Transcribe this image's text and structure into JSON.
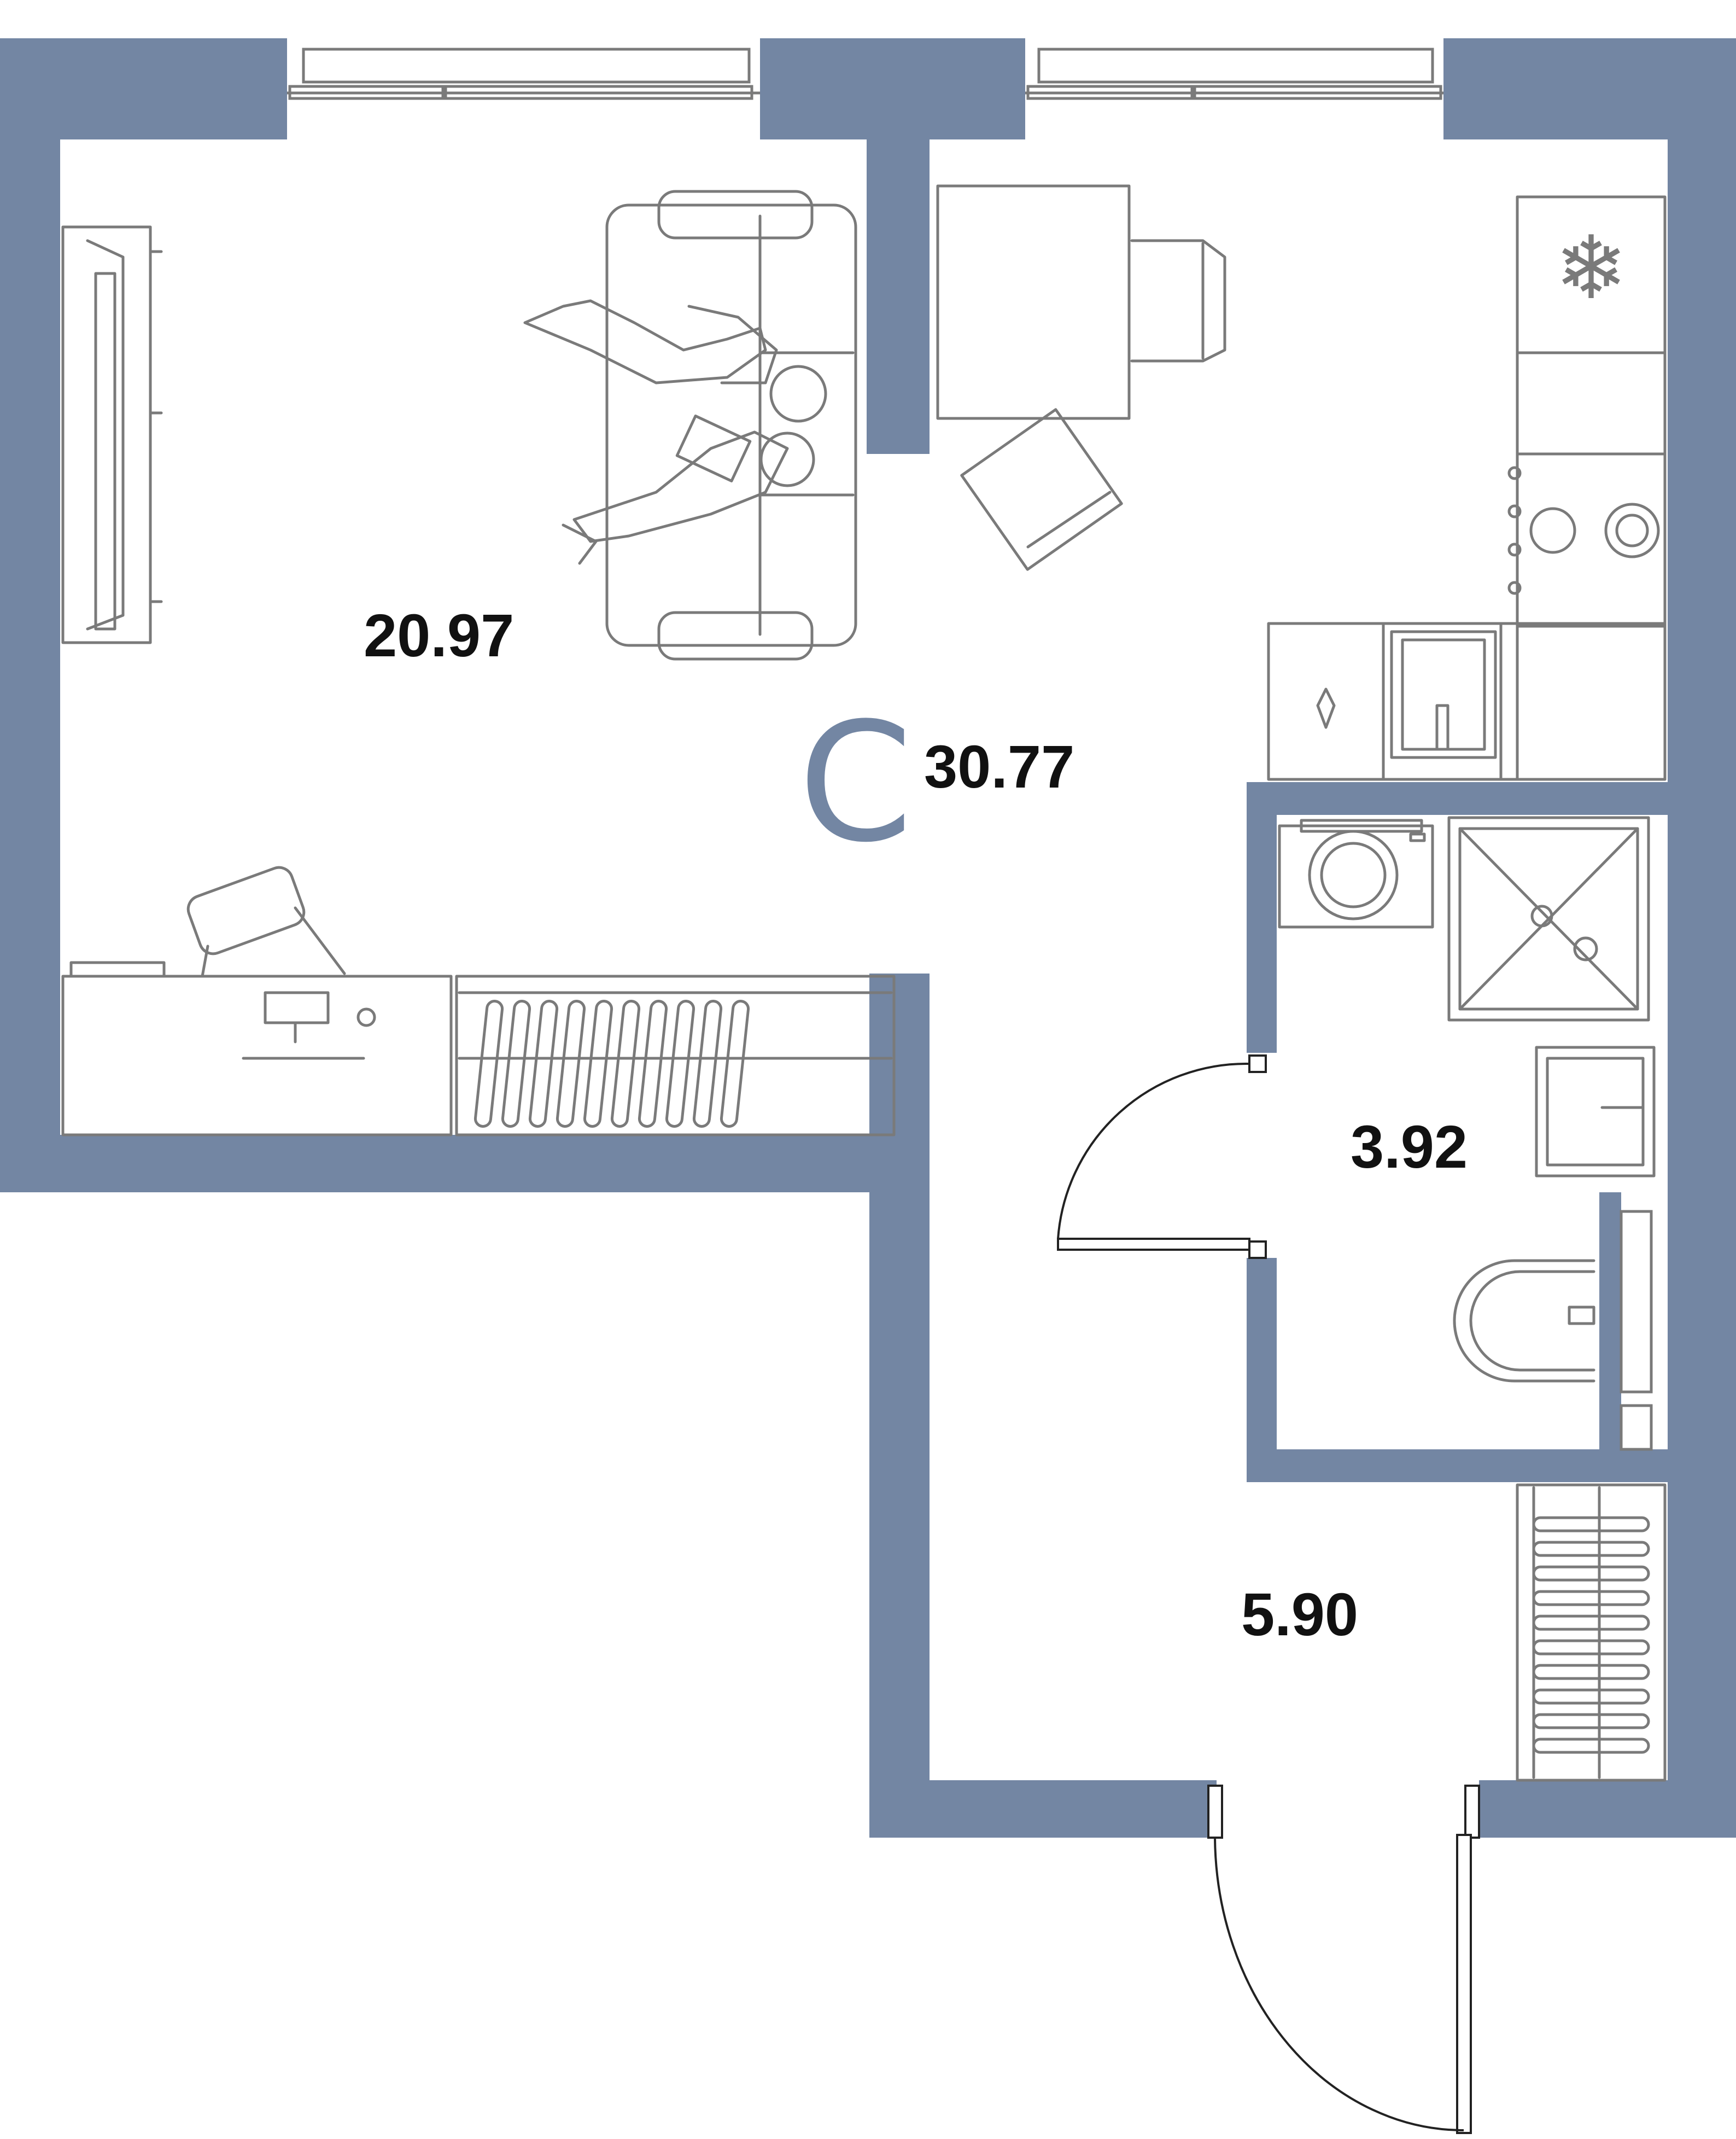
{
  "plan": {
    "apartment_type": "С",
    "total_area": "30.77",
    "rooms": [
      {
        "id": "living-kitchen",
        "area": "20.97"
      },
      {
        "id": "bathroom",
        "area": "3.92"
      },
      {
        "id": "hallway",
        "area": "5.90"
      }
    ]
  },
  "colors": {
    "wall": "#7386a3",
    "furniture_line": "#7a7a7a",
    "label": "#111111",
    "door_line": "#222222"
  },
  "icons": [
    "sofa-icon",
    "people-icon",
    "tv-stand-icon",
    "dining-table-icon",
    "chair-icon",
    "armchair-icon",
    "fridge-icon",
    "snowflake-icon",
    "stove-icon",
    "sink-icon",
    "washing-machine-icon",
    "shower-icon",
    "washbasin-icon",
    "toilet-icon",
    "desk-icon",
    "monitor-icon",
    "wardrobe-icon",
    "window-icon",
    "door-icon"
  ]
}
